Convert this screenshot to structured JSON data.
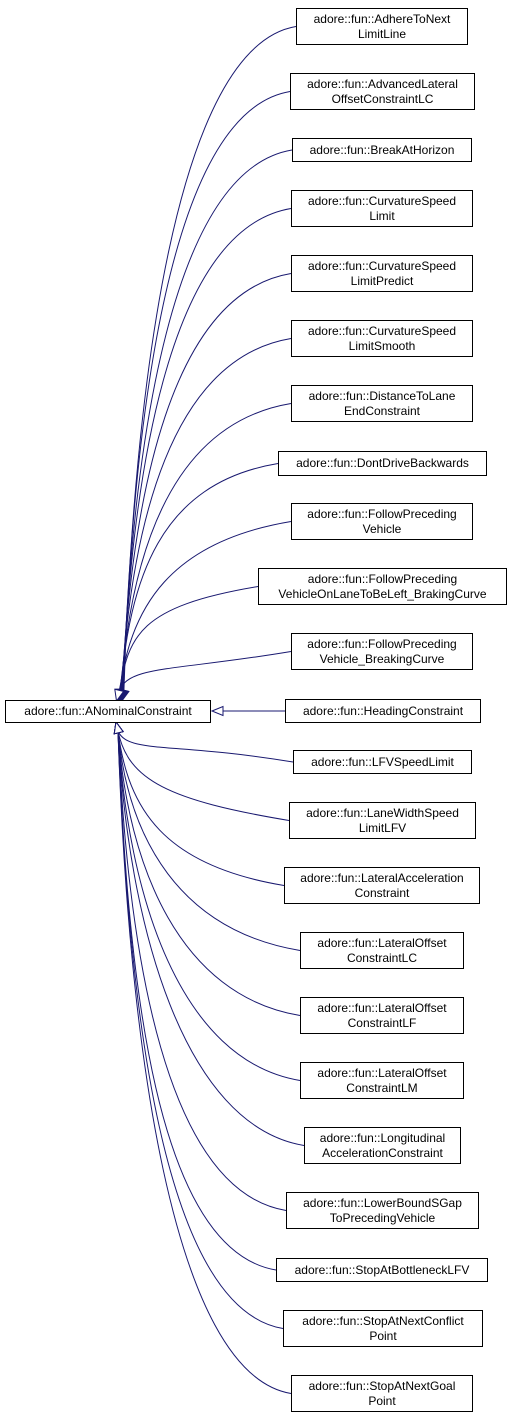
{
  "base_class": {
    "label": "adore::fun::ANominalConstraint"
  },
  "derived_classes": [
    {
      "lines": [
        "adore::fun::AdhereToNext",
        "LimitLine"
      ]
    },
    {
      "lines": [
        "adore::fun::AdvancedLateral",
        "OffsetConstraintLC"
      ]
    },
    {
      "lines": [
        "adore::fun::BreakAtHorizon"
      ]
    },
    {
      "lines": [
        "adore::fun::CurvatureSpeed",
        "Limit"
      ]
    },
    {
      "lines": [
        "adore::fun::CurvatureSpeed",
        "LimitPredict"
      ]
    },
    {
      "lines": [
        "adore::fun::CurvatureSpeed",
        "LimitSmooth"
      ]
    },
    {
      "lines": [
        "adore::fun::DistanceToLane",
        "EndConstraint"
      ]
    },
    {
      "lines": [
        "adore::fun::DontDriveBackwards"
      ]
    },
    {
      "lines": [
        "adore::fun::FollowPreceding",
        "Vehicle"
      ]
    },
    {
      "lines": [
        "adore::fun::FollowPreceding",
        "VehicleOnLaneToBeLeft_BrakingCurve"
      ]
    },
    {
      "lines": [
        "adore::fun::FollowPreceding",
        "Vehicle_BreakingCurve"
      ]
    },
    {
      "lines": [
        "adore::fun::HeadingConstraint"
      ]
    },
    {
      "lines": [
        "adore::fun::LFVSpeedLimit"
      ]
    },
    {
      "lines": [
        "adore::fun::LaneWidthSpeed",
        "LimitLFV"
      ]
    },
    {
      "lines": [
        "adore::fun::LateralAcceleration",
        "Constraint"
      ]
    },
    {
      "lines": [
        "adore::fun::LateralOffset",
        "ConstraintLC"
      ]
    },
    {
      "lines": [
        "adore::fun::LateralOffset",
        "ConstraintLF"
      ]
    },
    {
      "lines": [
        "adore::fun::LateralOffset",
        "ConstraintLM"
      ]
    },
    {
      "lines": [
        "adore::fun::Longitudinal",
        "AccelerationConstraint"
      ]
    },
    {
      "lines": [
        "adore::fun::LowerBoundSGap",
        "ToPrecedingVehicle"
      ]
    },
    {
      "lines": [
        "adore::fun::StopAtBottleneckLFV"
      ]
    },
    {
      "lines": [
        "adore::fun::StopAtNextConflict",
        "Point"
      ]
    },
    {
      "lines": [
        "adore::fun::StopAtNextGoal",
        "Point"
      ]
    }
  ],
  "colors": {
    "edge": "#191970",
    "node_border": "#000000",
    "background": "#ffffff"
  }
}
